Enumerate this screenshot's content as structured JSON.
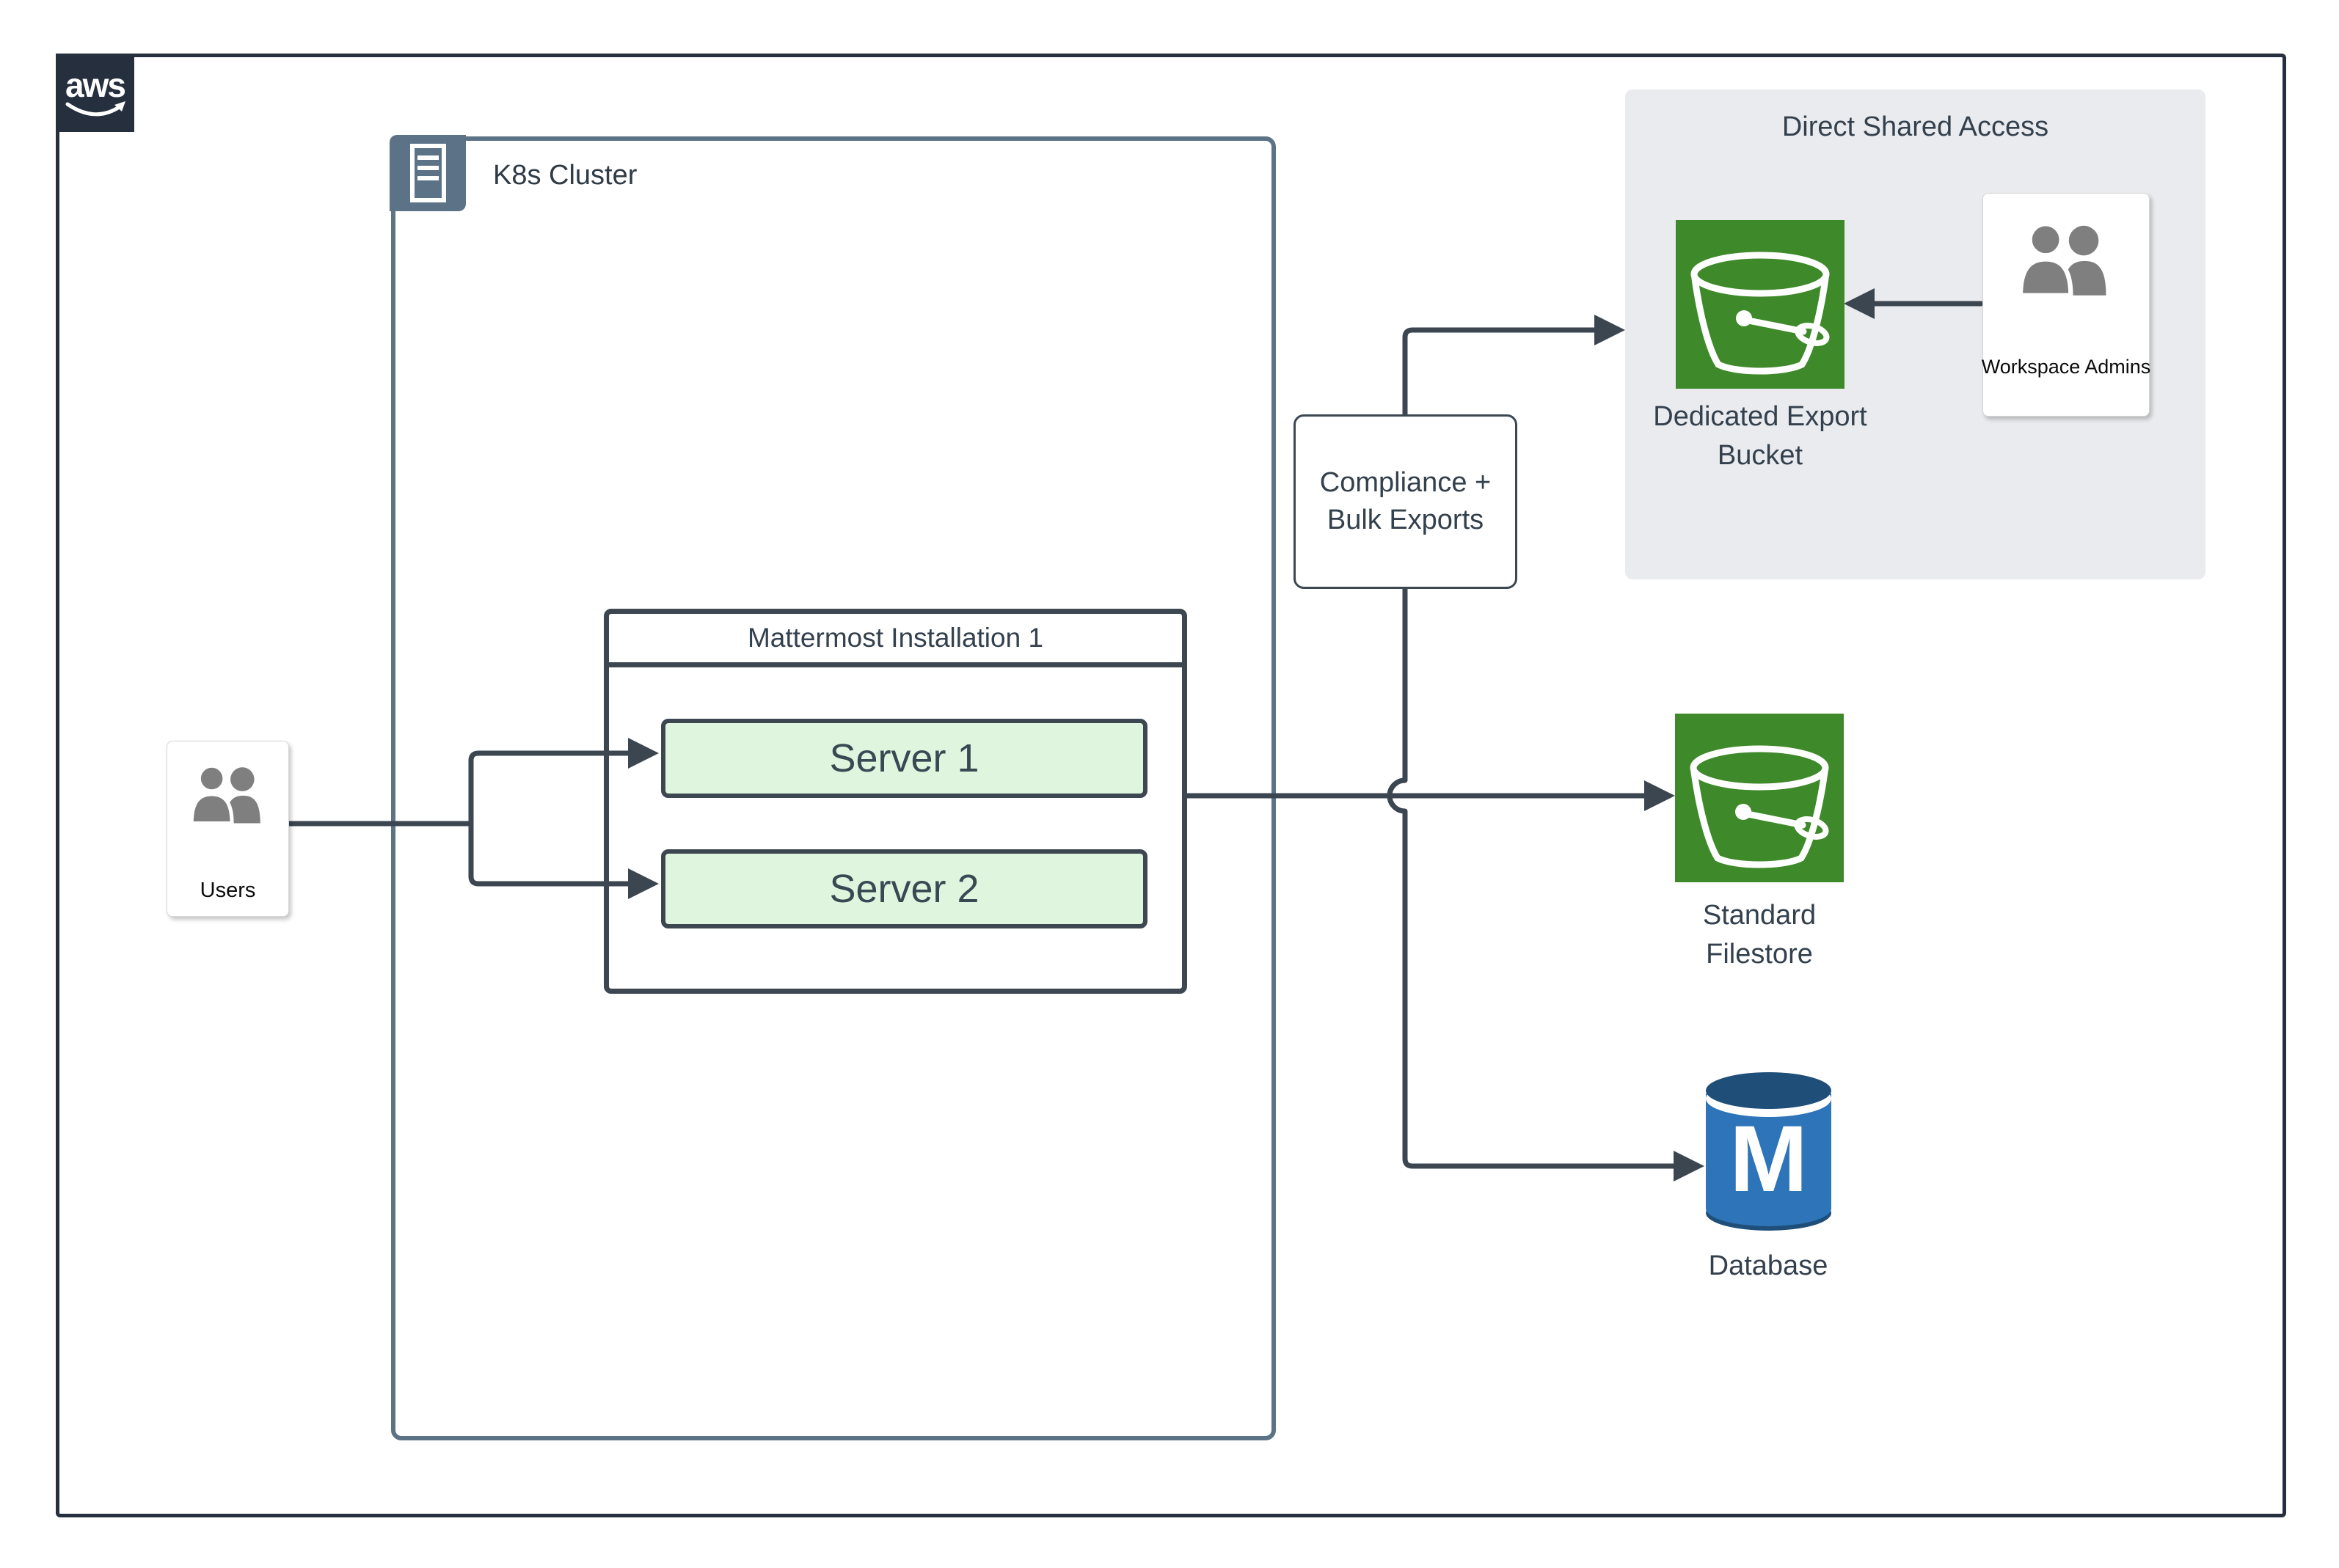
{
  "diagram": {
    "aws_logo_text": "aws",
    "k8s": {
      "label": "K8s Cluster"
    },
    "mattermost": {
      "title": "Mattermost Installation 1",
      "servers": [
        {
          "label": "Server 1"
        },
        {
          "label": "Server 2"
        }
      ]
    },
    "users": {
      "label": "Users"
    },
    "compliance": {
      "line1": "Compliance +",
      "line2": "Bulk Exports"
    },
    "direct_shared_access": {
      "title": "Direct Shared Access",
      "bucket": {
        "line1": "Dedicated Export",
        "line2": "Bucket"
      },
      "admins": {
        "label": "Workspace Admins"
      }
    },
    "filestore": {
      "line1": "Standard",
      "line2": "Filestore"
    },
    "database": {
      "label": "Database",
      "letter": "M"
    },
    "colors": {
      "aws_border": "#252F3E",
      "k8s_border": "#5C7287",
      "connector": "#3B4651",
      "box_border": "#3C4751",
      "server_fill": "#DFF5DD",
      "s3_green": "#3E8929",
      "db_blue": "#2E74B8",
      "db_blue_dark": "#1F4E79",
      "panel_gray": "#E9EBEE",
      "icon_gray": "#7F7F7F",
      "text_dark": "#33404D"
    }
  }
}
